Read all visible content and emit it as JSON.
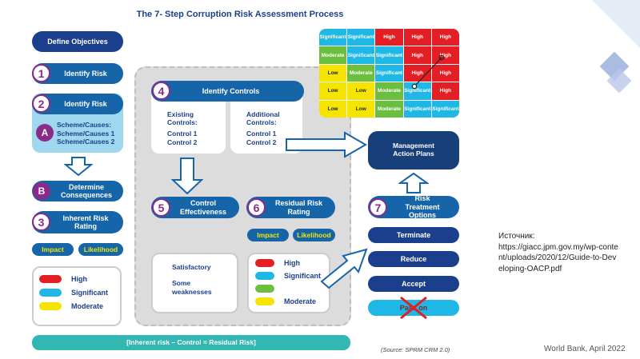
{
  "title": "The 7- Step Corruption Risk Assessment Process",
  "left": {
    "define_objectives": "Define Objectives",
    "step1_num": "1",
    "step1_label": "Identify Risk",
    "step2_num": "2",
    "step2_label": "Identify Risk",
    "stepA_num": "A",
    "scheme_lines": [
      "Scheme/Causes:",
      "Scheme/Causes 1",
      "Scheme/Causes 2"
    ],
    "stepB_num": "B",
    "stepB_label": "Determine Consequences",
    "step3_num": "3",
    "step3_label": "Inherent Risk Rating",
    "impact": "Impact",
    "likelihood": "Likelihood",
    "legend": [
      {
        "label": "High",
        "color": "#e31e24"
      },
      {
        "label": "Significant",
        "color": "#1fb7e6"
      },
      {
        "label": "Moderate",
        "color": "#f5e400"
      }
    ]
  },
  "middle": {
    "step4_num": "4",
    "step4_label": "Identify Controls",
    "existing_title": "Existing Controls:",
    "existing_items": [
      "Control 1",
      "Control 2"
    ],
    "additional_title": "Additional Controls:",
    "additional_items": [
      "Control 1",
      "Control 2"
    ],
    "step5_num": "5",
    "step5_label": "Control Effectiveness",
    "step6_num": "6",
    "step6_label": "Residual Risk Rating",
    "impact": "Impact",
    "likelihood": "Likelihood",
    "effectiveness": [
      "Satisfactory",
      "Some weaknesses"
    ],
    "legend": [
      {
        "label": "High",
        "color": "#e31e24"
      },
      {
        "label": "Significant",
        "color": "#1fb7e6"
      },
      {
        "label": "Moderate",
        "color": "#f5e400"
      }
    ]
  },
  "matrix": [
    [
      "Significant",
      "Significant",
      "High",
      "High",
      "High"
    ],
    [
      "Moderate",
      "Significant",
      "Significant",
      "High",
      "High"
    ],
    [
      "Low",
      "Moderate",
      "Significant",
      "High",
      "High"
    ],
    [
      "Low",
      "Low",
      "Moderate",
      "Significant",
      "High"
    ],
    [
      "Low",
      "Low",
      "Moderate",
      "Significant",
      "Significant"
    ]
  ],
  "matrix_colors": [
    [
      "cyan",
      "cyan",
      "red",
      "red",
      "red"
    ],
    [
      "green",
      "cyan",
      "cyan",
      "red",
      "red"
    ],
    [
      "yellow",
      "green",
      "cyan",
      "red",
      "red"
    ],
    [
      "yellow",
      "yellow",
      "green",
      "cyan",
      "red"
    ],
    [
      "yellow",
      "yellow",
      "green",
      "cyan",
      "cyan"
    ]
  ],
  "right": {
    "management": "Management Action Plans",
    "step7_num": "7",
    "step7_label": "Risk Treatment Options",
    "options": [
      "Terminate",
      "Reduce",
      "Accept",
      "Pass on"
    ]
  },
  "formula": "[Inherent risk – Control = Residual Risk]",
  "source": "(Source: SPRM CRM 2.0)",
  "note_label": "Источник:",
  "note_url": "https://giacc.jpm.gov.my/wp-content/uploads/2020/12/Guide-to-Developing-OACP.pdf",
  "footer": "World Bank, April 2022",
  "colors": {
    "navy": "#1b3f8c",
    "blue": "#1565a8",
    "cyan": "#1fb7e6",
    "purple": "#8a2b8a",
    "yellow": "#f5e400"
  }
}
